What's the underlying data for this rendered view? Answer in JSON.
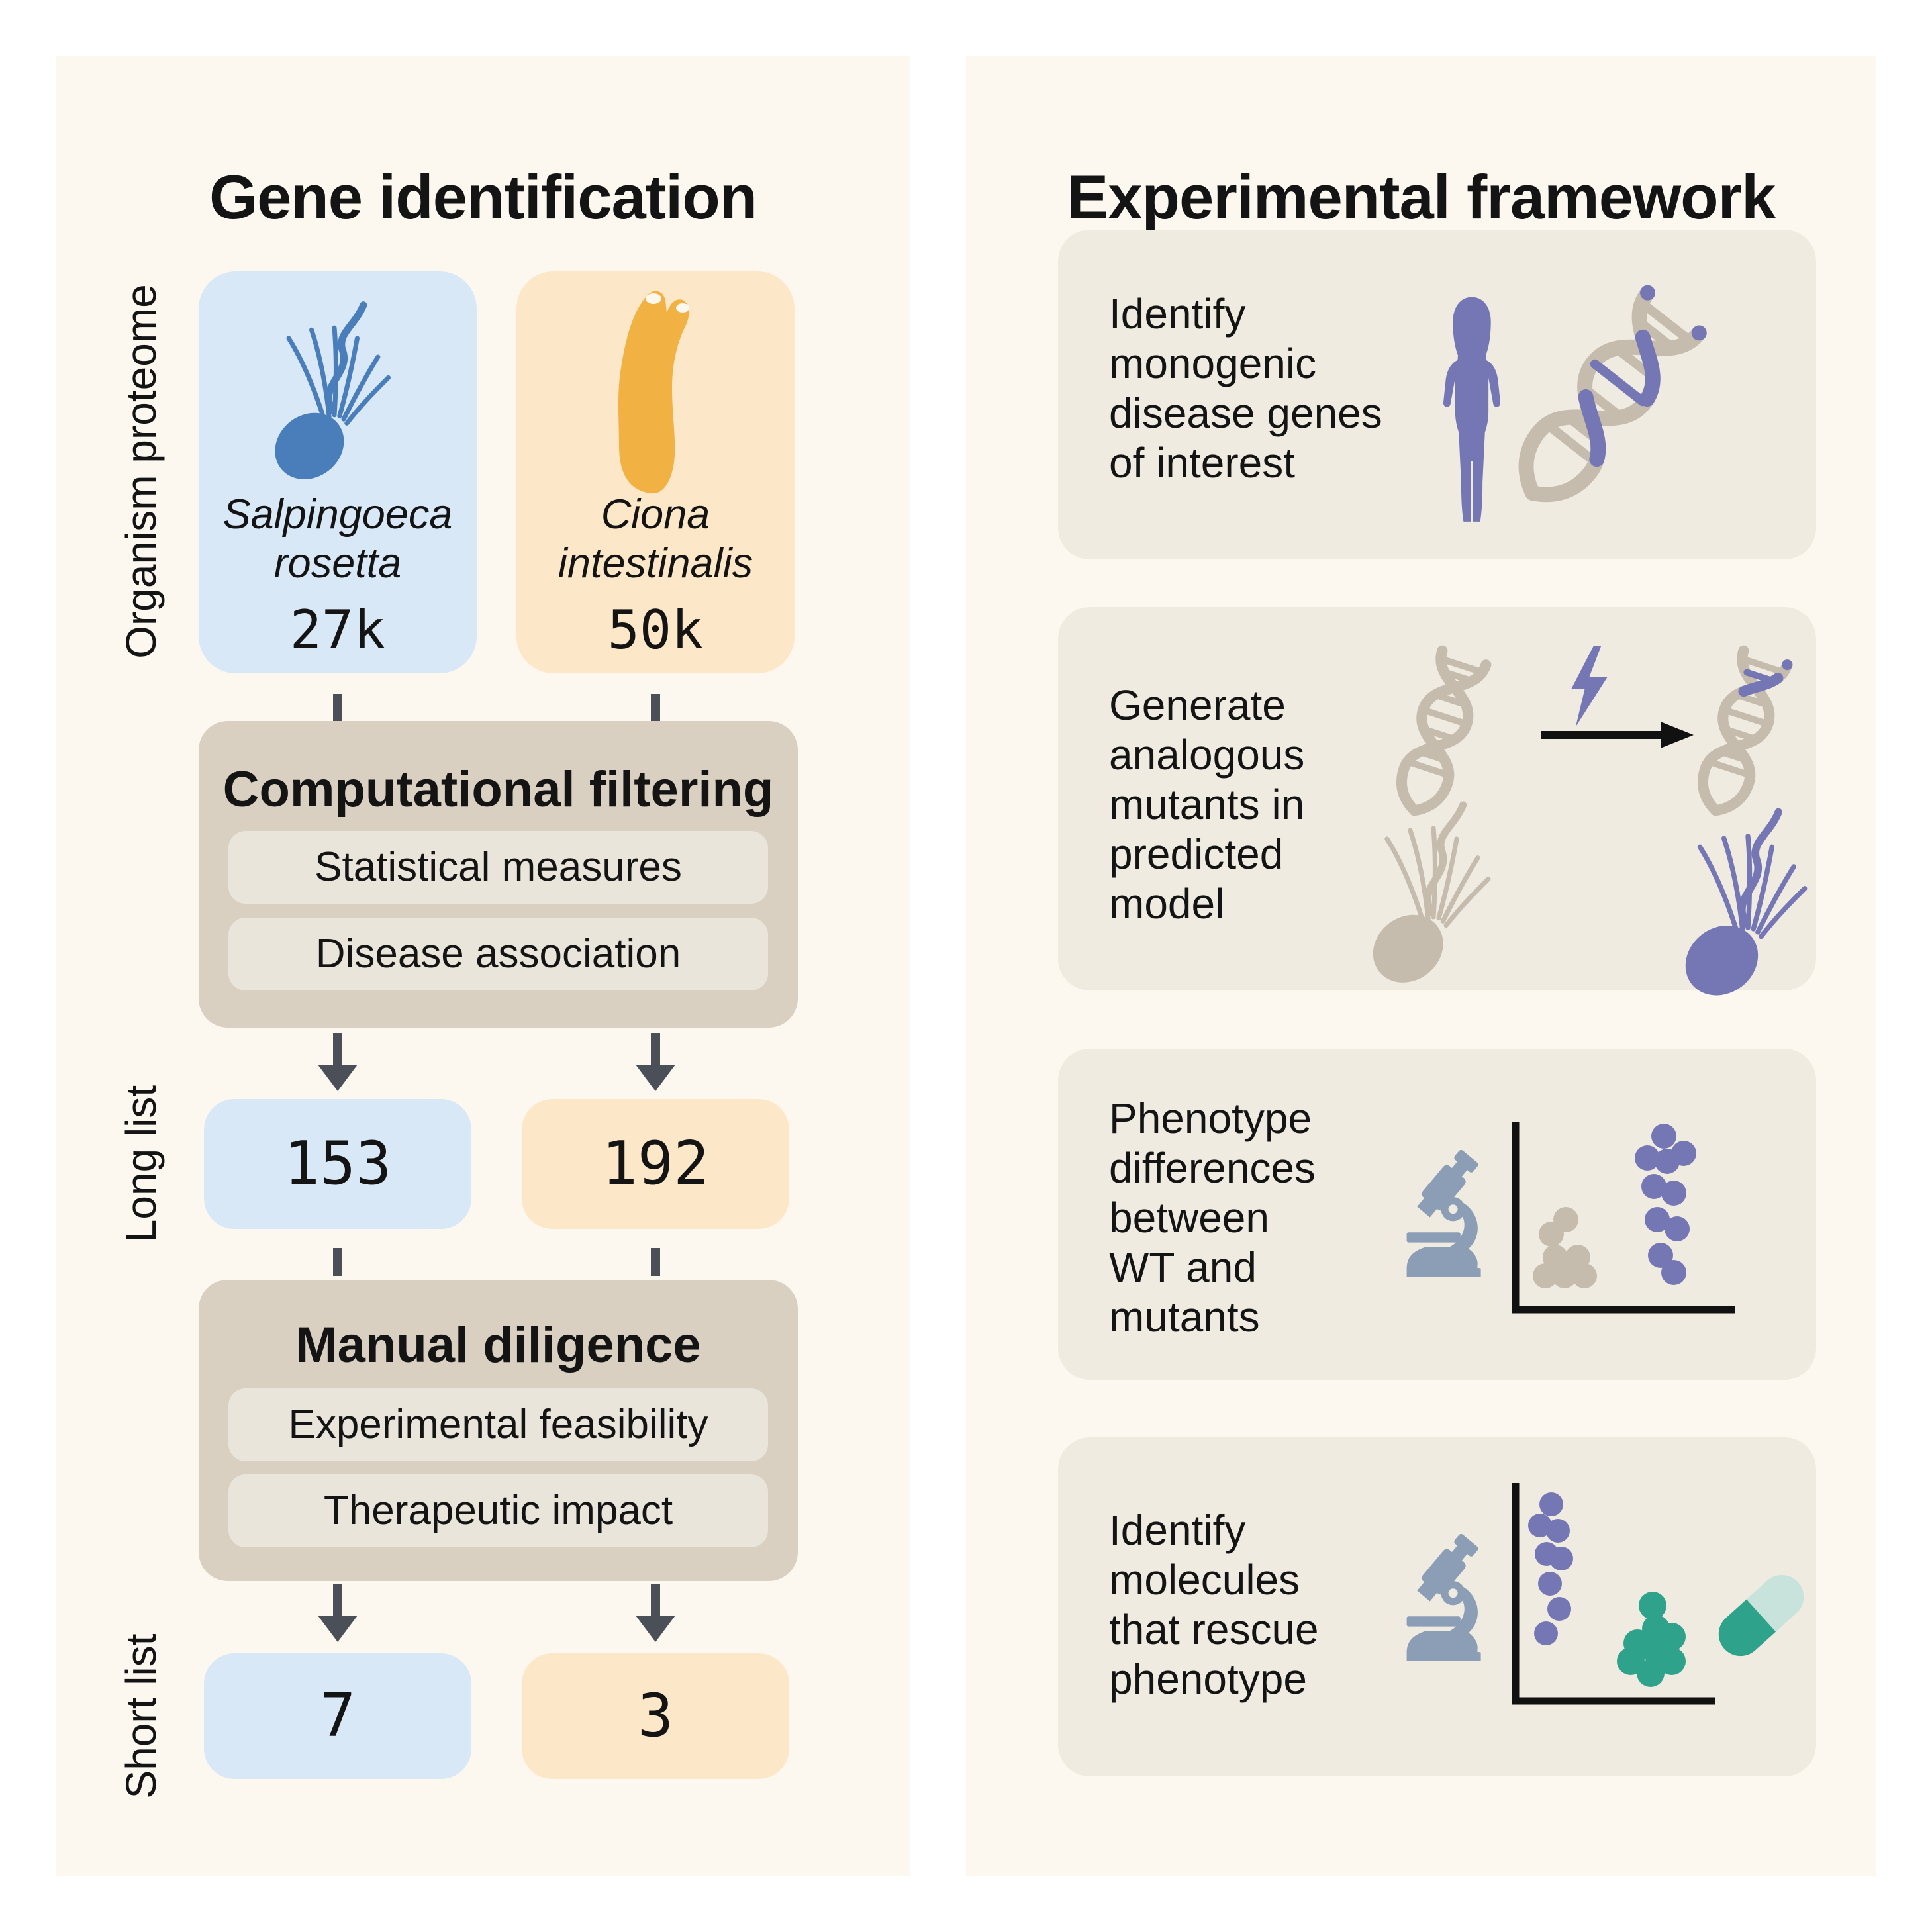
{
  "left": {
    "title": "Gene identification",
    "side_labels": {
      "proteome": "Organism proteome",
      "long": "Long list",
      "short": "Short list"
    },
    "organisms": [
      {
        "name_line1": "Salpingoeca",
        "name_line2": "rosetta",
        "proteome": "27k",
        "long_list": "153",
        "short_list": "7"
      },
      {
        "name_line1": "Ciona",
        "name_line2": "intestinalis",
        "proteome": "50k",
        "long_list": "192",
        "short_list": "3"
      }
    ],
    "filters": [
      {
        "title": "Computational filtering",
        "items": [
          "Statistical measures",
          "Disease association"
        ]
      },
      {
        "title": "Manual diligence",
        "items": [
          "Experimental feasibility",
          "Therapeutic impact"
        ]
      }
    ]
  },
  "right": {
    "title": "Experimental framework",
    "cards": [
      {
        "lines": [
          "Identify",
          "monogenic",
          "disease genes",
          "of interest"
        ]
      },
      {
        "lines": [
          "Generate",
          "analogous",
          "mutants in",
          "predicted",
          "model"
        ]
      },
      {
        "lines": [
          "Phenotype",
          "differences",
          "between",
          "WT and",
          "mutants"
        ]
      },
      {
        "lines": [
          "Identify",
          "molecules",
          "that rescue",
          "phenotype"
        ]
      }
    ]
  },
  "icons": {
    "choanoflagellate": "flagellated cell",
    "ciona": "sea squirt",
    "human-silhouette": "person",
    "dna-helix": "DNA",
    "lightning-bolt": "mutagenesis",
    "arrow-right": "transition",
    "microscope": "phenotyping",
    "scatter-plot": "phenotype data",
    "pill-capsule": "rescue molecule"
  },
  "colors": {
    "page": "#FFFFFF",
    "panel_bg": "#FCF8F0",
    "card_bg": "#EFEBE1",
    "blue_box": "#D9E8F7",
    "orange_box": "#FCE8C8",
    "tan_box": "#D9D0C1",
    "inner_box": "#EAE5DA",
    "organism_blue": "#4A7EBB",
    "organism_orange": "#F1B143",
    "accent_purple": "#7577B5",
    "icon_gray": "#C5BCAE",
    "microscope_slate": "#8C9DB6",
    "teal": "#2FA28C",
    "pill_light": "#C7E3DB",
    "arrow_dark": "#4B5058",
    "text": "#141414"
  }
}
